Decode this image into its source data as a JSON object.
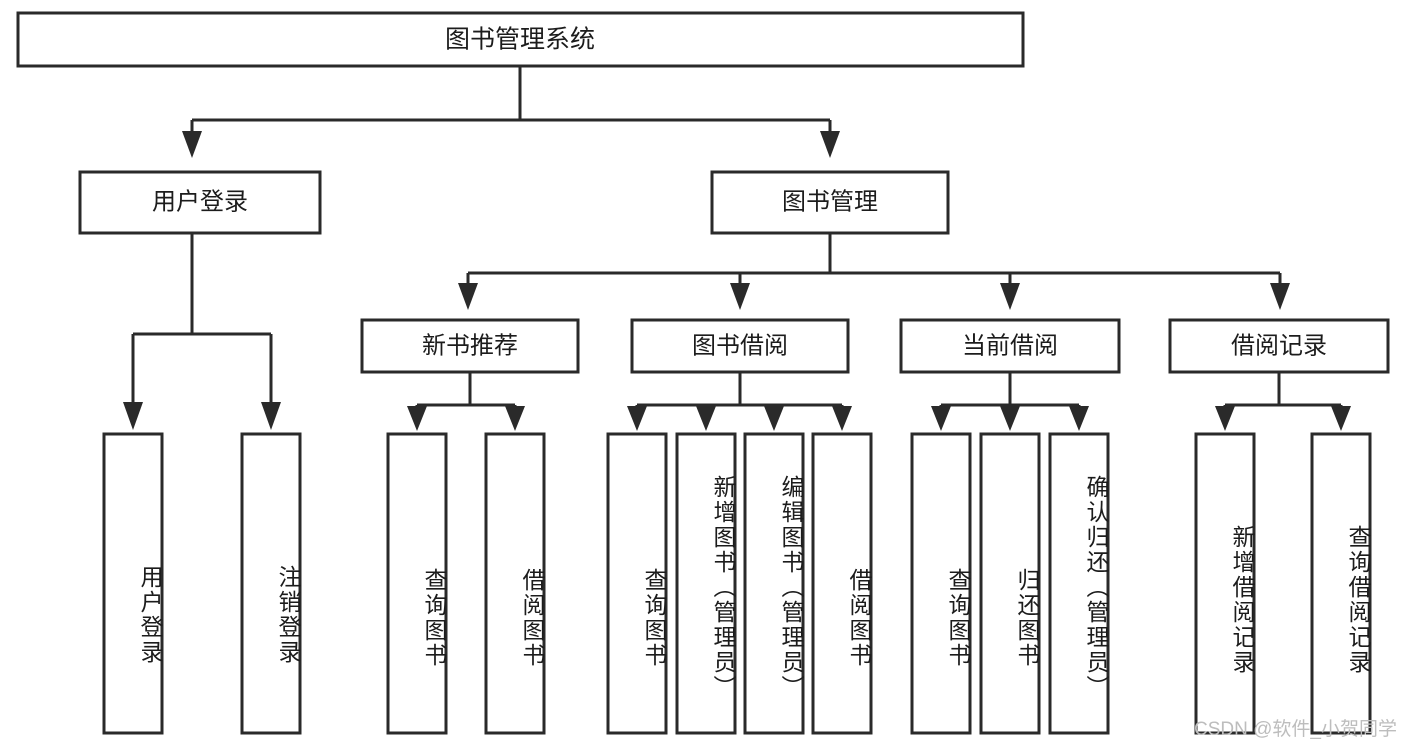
{
  "diagram": {
    "type": "tree",
    "title": "图书管理系统",
    "watermark": "CSDN @软件_小贺同学",
    "colors": {
      "stroke": "#2a2a2a",
      "fill": "#ffffff",
      "text": "#1c1c1c",
      "watermark": "#bdbdbd",
      "background": "#ffffff"
    },
    "root": {
      "label": "图书管理系统"
    },
    "level2": [
      {
        "label": "用户登录"
      },
      {
        "label": "图书管理"
      }
    ],
    "level3": [
      {
        "label": "新书推荐"
      },
      {
        "label": "图书借阅"
      },
      {
        "label": "当前借阅"
      },
      {
        "label": "借阅记录"
      }
    ],
    "leaves": {
      "user_login": [
        {
          "label": "用户登录"
        },
        {
          "label": "注销登录"
        }
      ],
      "new_book": [
        {
          "label": "查询图书"
        },
        {
          "label": "借阅图书"
        }
      ],
      "book_borrow": [
        {
          "label": "查询图书"
        },
        {
          "label": "新增图书（管理员）"
        },
        {
          "label": "编辑图书（管理员）"
        },
        {
          "label": "借阅图书"
        }
      ],
      "current_borrow": [
        {
          "label": "查询图书"
        },
        {
          "label": "归还图书"
        },
        {
          "label": "确认归还（管理员）"
        }
      ],
      "borrow_record": [
        {
          "label": "新增借阅记录"
        },
        {
          "label": "查询借阅记录"
        }
      ]
    }
  }
}
